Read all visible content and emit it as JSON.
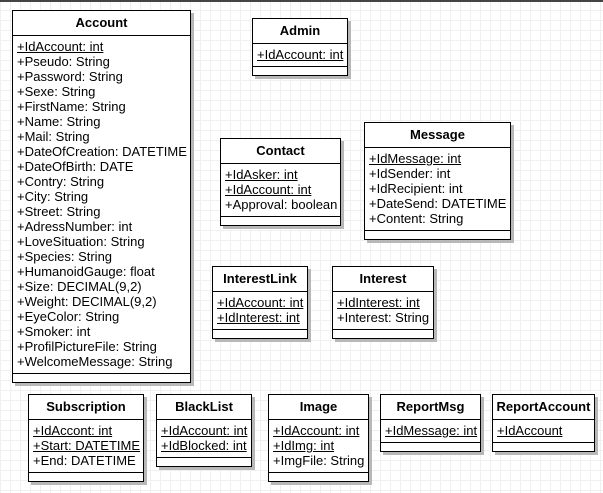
{
  "diagram": {
    "classes": [
      {
        "id": "account",
        "name": "Account",
        "attributes": [
          {
            "text": "+IdAccount: int",
            "key": true
          },
          {
            "text": "+Pseudo: String"
          },
          {
            "text": "+Password: String"
          },
          {
            "text": "+Sexe: String"
          },
          {
            "text": "+FirstName: String"
          },
          {
            "text": "+Name: String"
          },
          {
            "text": "+Mail: String"
          },
          {
            "text": "+DateOfCreation: DATETIME"
          },
          {
            "text": "+DateOfBirth: DATE"
          },
          {
            "text": "+Contry: String"
          },
          {
            "text": "+City: String"
          },
          {
            "text": "+Street: String"
          },
          {
            "text": "+AdressNumber: int"
          },
          {
            "text": "+LoveSituation: String"
          },
          {
            "text": "+Species: String"
          },
          {
            "text": "+HumanoidGauge: float"
          },
          {
            "text": "+Size: DECIMAL(9,2)"
          },
          {
            "text": "+Weight: DECIMAL(9,2)"
          },
          {
            "text": "+EyeColor: String"
          },
          {
            "text": "+Smoker: int"
          },
          {
            "text": "+ProfilPictureFile: String"
          },
          {
            "text": "+WelcomeMessage: String"
          }
        ]
      },
      {
        "id": "admin",
        "name": "Admin",
        "attributes": [
          {
            "text": "+IdAccount: int",
            "key": true
          }
        ]
      },
      {
        "id": "contact",
        "name": "Contact",
        "attributes": [
          {
            "text": "+IdAsker: int",
            "key": true
          },
          {
            "text": "+IdAccount: int",
            "key": true
          },
          {
            "text": "+Approval: boolean"
          }
        ]
      },
      {
        "id": "message",
        "name": "Message",
        "attributes": [
          {
            "text": "+IdMessage: int",
            "key": true
          },
          {
            "text": "+IdSender: int"
          },
          {
            "text": "+IdRecipient: int"
          },
          {
            "text": "+DateSend: DATETIME"
          },
          {
            "text": "+Content: String"
          }
        ]
      },
      {
        "id": "interestlink",
        "name": "InterestLink",
        "attributes": [
          {
            "text": "+IdAccount: int",
            "key": true
          },
          {
            "text": "+IdInterest: int",
            "key": true
          }
        ]
      },
      {
        "id": "interest",
        "name": "Interest",
        "attributes": [
          {
            "text": "+IdInterest: int",
            "key": true
          },
          {
            "text": "+Interest: String"
          }
        ]
      },
      {
        "id": "subscription",
        "name": "Subscription",
        "attributes": [
          {
            "text": "+IdAccont: int",
            "key": true
          },
          {
            "text": "+Start: DATETIME",
            "key": true
          },
          {
            "text": "+End: DATETIME"
          }
        ]
      },
      {
        "id": "blacklist",
        "name": "BlackList",
        "attributes": [
          {
            "text": "+IdAccount: int",
            "key": true
          },
          {
            "text": "+IdBlocked: int",
            "key": true
          }
        ]
      },
      {
        "id": "image",
        "name": "Image",
        "attributes": [
          {
            "text": "+IdAccount: int",
            "key": true
          },
          {
            "text": "+IdImg: int",
            "key": true
          },
          {
            "text": "+ImgFile: String"
          }
        ]
      },
      {
        "id": "reportmsg",
        "name": "ReportMsg",
        "attributes": [
          {
            "text": "+IdMessage: int",
            "key": true
          }
        ]
      },
      {
        "id": "reportaccount",
        "name": "ReportAccount",
        "attributes": [
          {
            "text": "+IdAccount",
            "key": true
          }
        ]
      }
    ]
  }
}
